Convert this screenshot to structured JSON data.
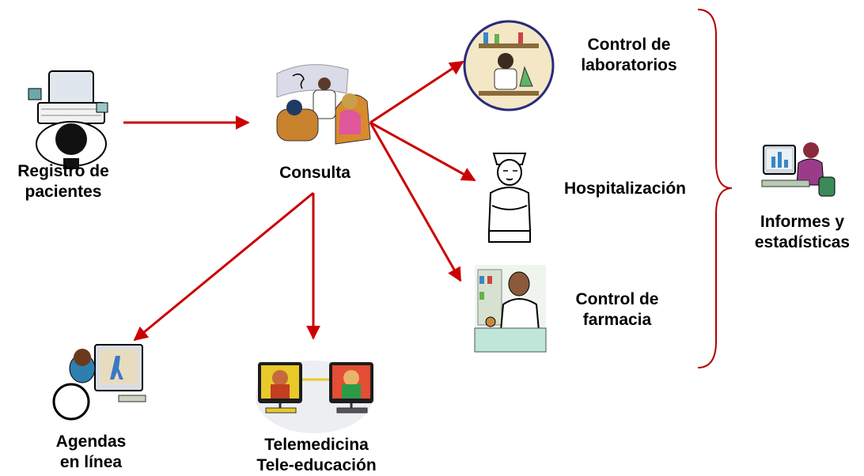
{
  "colors": {
    "arrow": "#cc0000",
    "brace": "#b30000",
    "text": "#000000"
  },
  "nodes": {
    "registro": {
      "icon": "person-at-computer-icon",
      "lines": [
        "Registro de",
        "pacientes"
      ]
    },
    "consulta": {
      "icon": "doctor-consultation-icon",
      "lines": [
        "Consulta"
      ]
    },
    "laboratorio": {
      "icon": "laboratory-icon",
      "lines": [
        "Control de",
        "laboratorios"
      ]
    },
    "hospital": {
      "icon": "nurse-icon",
      "lines": [
        "Hospitalización"
      ]
    },
    "farmacia": {
      "icon": "pharmacist-icon",
      "lines": [
        "Control de",
        "farmacia"
      ]
    },
    "agendas": {
      "icon": "person-wheelchair-computer-icon",
      "lines": [
        "Agendas",
        "en línea"
      ]
    },
    "telemedicina": {
      "icon": "video-conference-icon",
      "lines": [
        "Telemedicina",
        "Tele-educación"
      ]
    },
    "informes": {
      "icon": "person-charts-computer-icon",
      "lines": [
        "Informes y",
        "estadísticas"
      ]
    }
  },
  "edges": [
    {
      "from": "registro",
      "to": "consulta"
    },
    {
      "from": "consulta",
      "to": "laboratorio"
    },
    {
      "from": "consulta",
      "to": "hospital"
    },
    {
      "from": "consulta",
      "to": "farmacia"
    },
    {
      "from": "consulta",
      "to": "agendas"
    },
    {
      "from": "consulta",
      "to": "telemedicina"
    }
  ]
}
